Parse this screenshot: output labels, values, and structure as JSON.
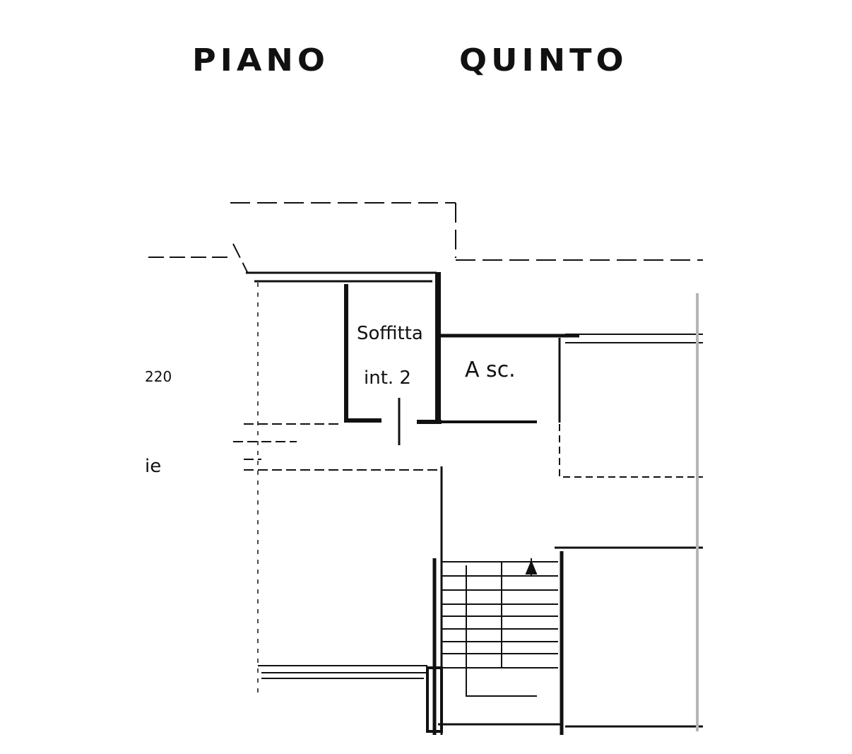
{
  "title": {
    "word1": "PIANO",
    "word2": "QUINTO"
  },
  "rooms": {
    "attic_line1": "Soffitta",
    "attic_line2": "int. 2",
    "elevator": "A sc."
  },
  "fragments": {
    "left_top": "220",
    "left_bottom": "ie"
  },
  "colors": {
    "ink": "#111111",
    "background": "#ffffff"
  }
}
